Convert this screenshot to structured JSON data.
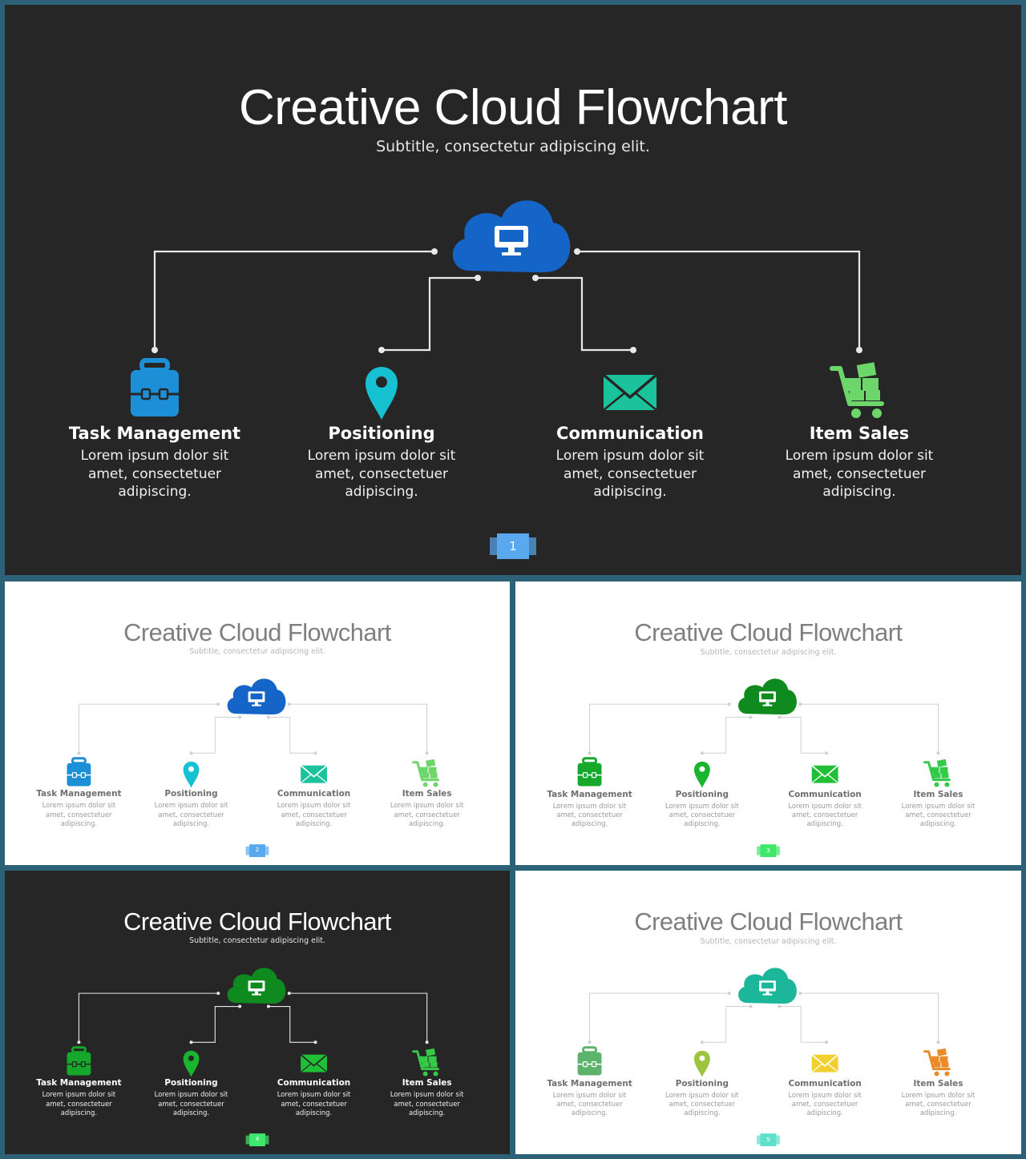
{
  "slides": [
    {
      "title": "Creative Cloud Flowchart",
      "subtitle": "Subtitle, consectetur adipiscing elit.",
      "page_number": "1",
      "theme": "dark",
      "colors": {
        "cloud": "#1565c8",
        "task": "#1d8fd6",
        "position": "#16c2d1",
        "comm": "#1ac39b",
        "sales": "#6dd66a",
        "badge": "#5aa9ef"
      },
      "items": [
        {
          "icon": "briefcase-icon",
          "title": "Task Management",
          "desc": "Lorem ipsum dolor sit amet, consectetuer adipiscing."
        },
        {
          "icon": "location-pin-icon",
          "title": "Positioning",
          "desc": "Lorem ipsum dolor sit amet, consectetuer adipiscing."
        },
        {
          "icon": "envelope-icon",
          "title": "Communication",
          "desc": "Lorem ipsum dolor sit amet, consectetuer adipiscing."
        },
        {
          "icon": "shopping-cart-icon",
          "title": "Item Sales",
          "desc": "Lorem ipsum dolor sit amet, consectetuer adipiscing."
        }
      ]
    },
    {
      "title": "Creative Cloud Flowchart",
      "subtitle": "Subtitle, consectetur adipiscing elit.",
      "page_number": "2",
      "theme": "light",
      "colors": {
        "cloud": "#1565c8",
        "task": "#1d8fd6",
        "position": "#16c2d1",
        "comm": "#1ac39b",
        "sales": "#6dd66a",
        "badge": "#5aa9ef"
      },
      "items": [
        {
          "icon": "briefcase-icon",
          "title": "Task Management",
          "desc": "Lorem ipsum dolor sit amet, consectetuer adipiscing."
        },
        {
          "icon": "location-pin-icon",
          "title": "Positioning",
          "desc": "Lorem ipsum dolor sit amet, consectetuer adipiscing."
        },
        {
          "icon": "envelope-icon",
          "title": "Communication",
          "desc": "Lorem ipsum dolor sit amet, consectetuer adipiscing."
        },
        {
          "icon": "shopping-cart-icon",
          "title": "Item Sales",
          "desc": "Lorem ipsum dolor sit amet, consectetuer adipiscing."
        }
      ]
    },
    {
      "title": "Creative Cloud Flowchart",
      "subtitle": "Subtitle, consectetur adipiscing elit.",
      "page_number": "3",
      "theme": "light",
      "colors": {
        "cloud": "#0e8a1e",
        "task": "#15a82a",
        "position": "#19b52e",
        "comm": "#20bf35",
        "sales": "#35c94a",
        "badge": "#3fe86a"
      },
      "items": [
        {
          "icon": "briefcase-icon",
          "title": "Task Management",
          "desc": "Lorem ipsum dolor sit amet, consectetuer adipiscing."
        },
        {
          "icon": "location-pin-icon",
          "title": "Positioning",
          "desc": "Lorem ipsum dolor sit amet, consectetuer adipiscing."
        },
        {
          "icon": "envelope-icon",
          "title": "Communication",
          "desc": "Lorem ipsum dolor sit amet, consectetuer adipiscing."
        },
        {
          "icon": "shopping-cart-icon",
          "title": "Item Sales",
          "desc": "Lorem ipsum dolor sit amet, consectetuer adipiscing."
        }
      ]
    },
    {
      "title": "Creative Cloud Flowchart",
      "subtitle": "Subtitle, consectetur adipiscing elit.",
      "page_number": "4",
      "theme": "dark",
      "colors": {
        "cloud": "#0e8a1e",
        "task": "#15a82a",
        "position": "#19b52e",
        "comm": "#20bf35",
        "sales": "#35c94a",
        "badge": "#3fe86a"
      },
      "items": [
        {
          "icon": "briefcase-icon",
          "title": "Task Management",
          "desc": "Lorem ipsum dolor sit amet, consectetuer adipiscing."
        },
        {
          "icon": "location-pin-icon",
          "title": "Positioning",
          "desc": "Lorem ipsum dolor sit amet, consectetuer adipiscing."
        },
        {
          "icon": "envelope-icon",
          "title": "Communication",
          "desc": "Lorem ipsum dolor sit amet, consectetuer adipiscing."
        },
        {
          "icon": "shopping-cart-icon",
          "title": "Item Sales",
          "desc": "Lorem ipsum dolor sit amet, consectetuer adipiscing."
        }
      ]
    },
    {
      "title": "Creative Cloud Flowchart",
      "subtitle": "Subtitle, consectetur adipiscing elit.",
      "page_number": "5",
      "theme": "light",
      "colors": {
        "cloud": "#1cb69b",
        "task": "#5db36b",
        "position": "#9cc43f",
        "comm": "#f1cf2f",
        "sales": "#e98b2a",
        "badge": "#5fe0cb"
      },
      "items": [
        {
          "icon": "briefcase-icon",
          "title": "Task Management",
          "desc": "Lorem ipsum dolor sit amet, consectetuer adipiscing."
        },
        {
          "icon": "location-pin-icon",
          "title": "Positioning",
          "desc": "Lorem ipsum dolor sit amet, consectetuer adipiscing."
        },
        {
          "icon": "envelope-icon",
          "title": "Communication",
          "desc": "Lorem ipsum dolor sit amet, consectetuer adipiscing."
        },
        {
          "icon": "shopping-cart-icon",
          "title": "Item Sales",
          "desc": "Lorem ipsum dolor sit amet, consectetuer adipiscing."
        }
      ]
    }
  ]
}
